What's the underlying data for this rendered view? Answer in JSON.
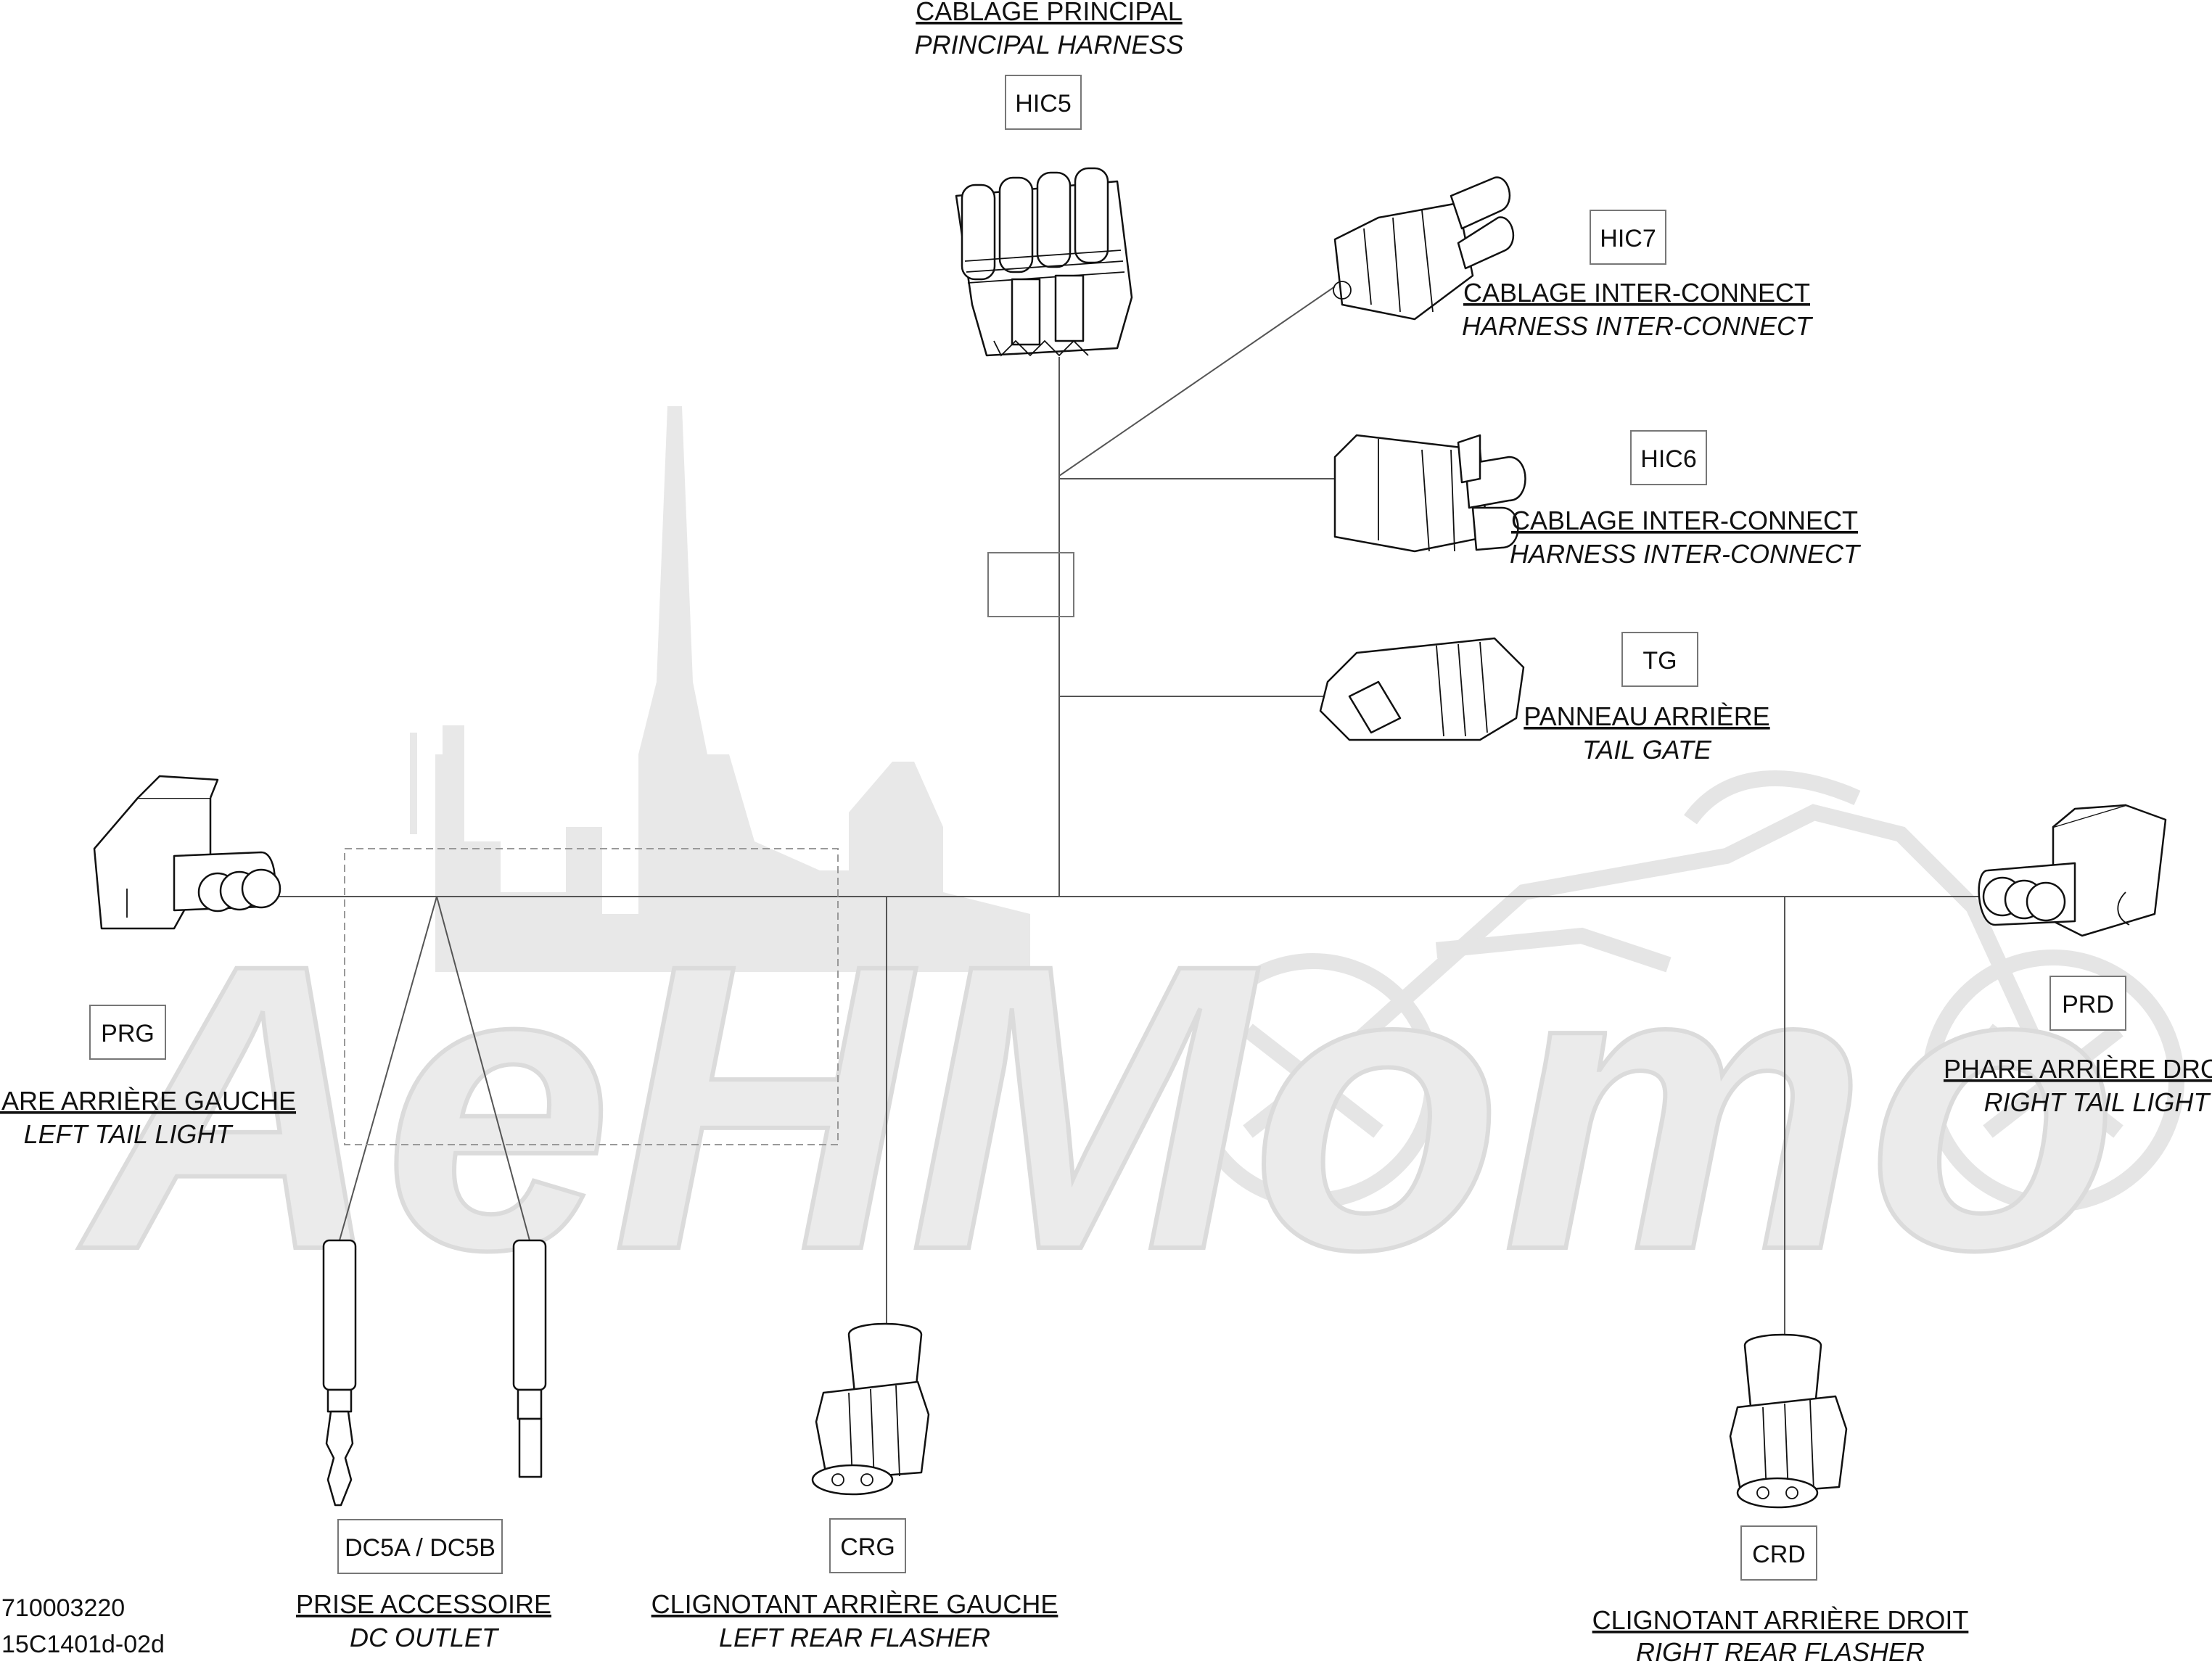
{
  "diagram": {
    "watermark_text": "AeHMomo",
    "connectors": [
      {
        "id": "hic5",
        "code": "HIC5",
        "label_fr": "CABLAGE PRINCIPAL",
        "label_en": "PRINCIPAL HARNESS"
      },
      {
        "id": "hic7",
        "code": "HIC7",
        "label_fr": "CABLAGE INTER-CONNECT",
        "label_en": "HARNESS INTER-CONNECT"
      },
      {
        "id": "hic6",
        "code": "HIC6",
        "label_fr": "CABLAGE INTER-CONNECT",
        "label_en": "HARNESS INTER-CONNECT"
      },
      {
        "id": "tg",
        "code": "TG",
        "label_fr": "PANNEAU ARRIÈRE",
        "label_en": "TAIL GATE"
      },
      {
        "id": "prg",
        "code": "PRG",
        "label_fr": "PHARE ARRIÈRE GAUCHE",
        "label_en": "LEFT TAIL LIGHT"
      },
      {
        "id": "prd",
        "code": "PRD",
        "label_fr": "PHARE ARRIÈRE DROIT",
        "label_en": "RIGHT TAIL LIGHT"
      },
      {
        "id": "dc5",
        "code": "DC5A / DC5B",
        "label_fr": "PRISE ACCESSOIRE",
        "label_en": "DC OUTLET"
      },
      {
        "id": "crg",
        "code": "CRG",
        "label_fr": "CLIGNOTANT ARRIÈRE GAUCHE",
        "label_en": "LEFT REAR FLASHER"
      },
      {
        "id": "crd",
        "code": "CRD",
        "label_fr": "CLIGNOTANT ARRIÈRE DROIT",
        "label_en": "RIGHT REAR FLASHER"
      }
    ],
    "part_number": "710003220",
    "drawing_ref": "15C1401d-02d"
  }
}
